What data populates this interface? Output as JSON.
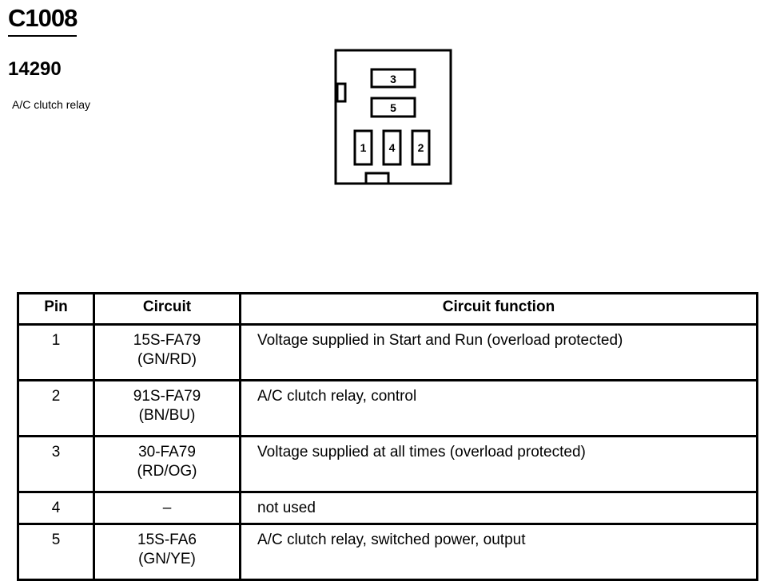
{
  "connector": {
    "id": "C1008",
    "part_number": "14290",
    "description": "A/C clutch relay",
    "cavity_labels": {
      "top_upper": "3",
      "top_lower": "5",
      "bottom_left": "1",
      "bottom_middle": "4",
      "bottom_right": "2"
    }
  },
  "table": {
    "headers": {
      "pin": "Pin",
      "circuit": "Circuit",
      "function": "Circuit function"
    },
    "rows": [
      {
        "pin": "1",
        "circuit": "15S-FA79",
        "color": "(GN/RD)",
        "function": "Voltage supplied in Start and Run (overload protected)"
      },
      {
        "pin": "2",
        "circuit": "91S-FA79",
        "color": "(BN/BU)",
        "function": "A/C clutch relay, control"
      },
      {
        "pin": "3",
        "circuit": "30-FA79",
        "color": "(RD/OG)",
        "function": "Voltage supplied at all times (overload protected)"
      },
      {
        "pin": "4",
        "circuit": "–",
        "color": "",
        "function": "not used"
      },
      {
        "pin": "5",
        "circuit": "15S-FA6",
        "color": "(GN/YE)",
        "function": "A/C clutch relay, switched power, output"
      }
    ]
  }
}
